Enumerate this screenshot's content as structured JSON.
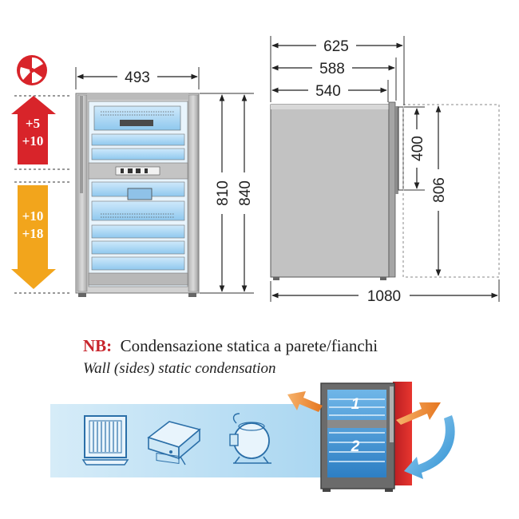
{
  "front_view": {
    "width_dim": "493",
    "height_dims": [
      "810",
      "840"
    ],
    "temperature_zones": [
      {
        "lines": [
          "+5",
          "+10"
        ],
        "color": "#d8242a"
      },
      {
        "lines": [
          "+10",
          "+18"
        ],
        "color": "#f2a51c"
      }
    ],
    "top_icon": "ventilation-fan-icon"
  },
  "side_view": {
    "width_dims": [
      "625",
      "588",
      "540"
    ],
    "handle_dim": "400",
    "door_open_dim": "806",
    "open_depth_dim": "1080"
  },
  "note": {
    "prefix": "NB:",
    "italian": "Condensazione statica a parete/fianchi",
    "english": "Wall (sides) static condensation"
  },
  "bottom_panel": {
    "icons": [
      "condenser-grille-icon",
      "control-unit-icon",
      "compressor-icon"
    ],
    "compartments": [
      "1",
      "2"
    ],
    "colors": {
      "band": "#cfe8f6",
      "arrow_out": "#ef8a2e",
      "arrow_in": "#3aa3de",
      "side_red": "#e0262b"
    }
  }
}
